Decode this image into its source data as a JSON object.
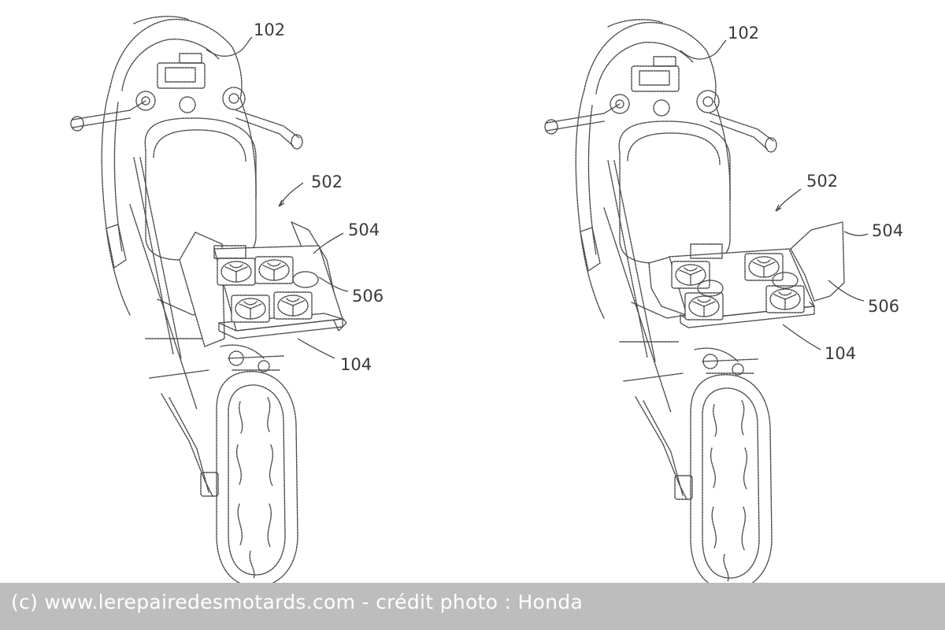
{
  "figures": [
    {
      "labels": {
        "front_assembly": "102",
        "drone_unit": "502",
        "cover_panel": "504",
        "propeller_module": "506",
        "tail_mount": "104"
      }
    },
    {
      "labels": {
        "front_assembly": "102",
        "drone_unit": "502",
        "cover_panel": "504",
        "propeller_module": "506",
        "tail_mount": "104"
      }
    }
  ],
  "watermark": "(c) www.lerepairedesmotards.com  - crédit photo : Honda"
}
